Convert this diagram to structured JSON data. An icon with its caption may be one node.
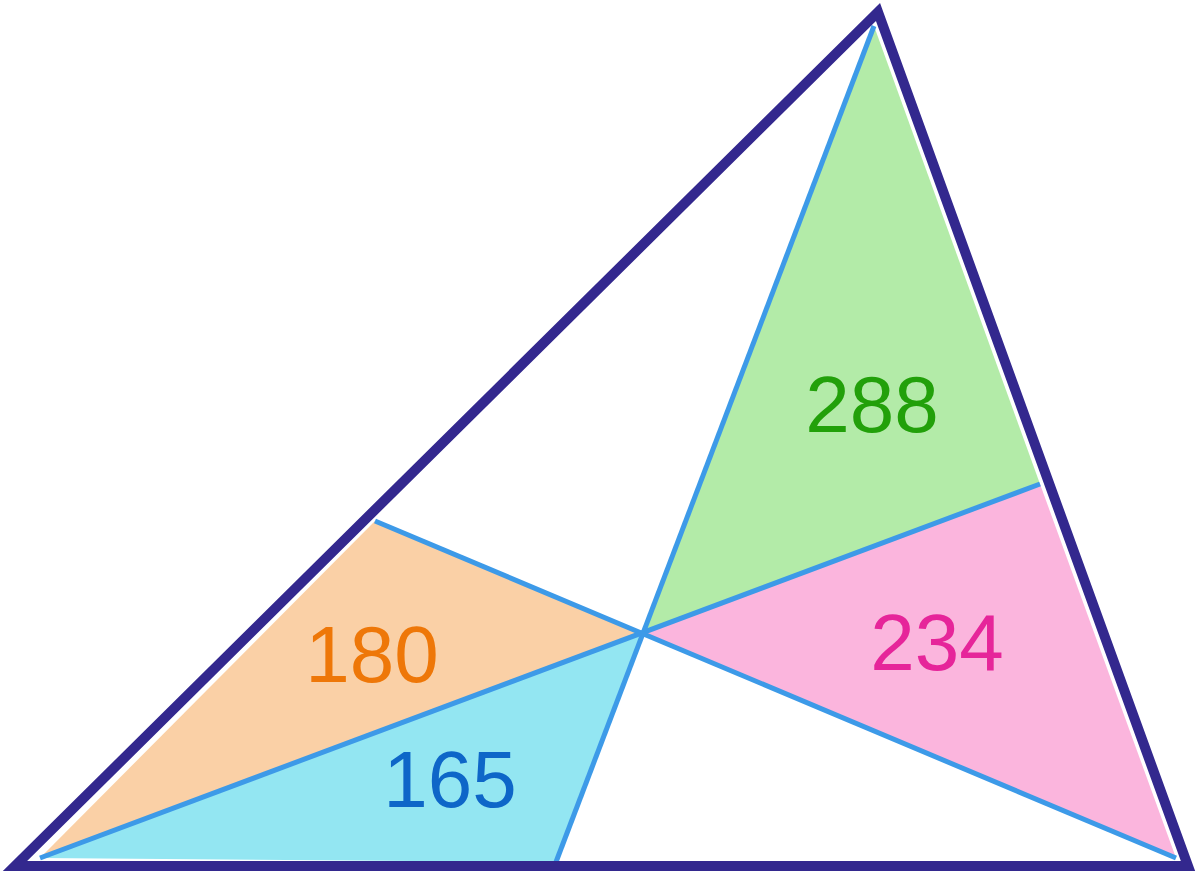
{
  "diagram": {
    "nodes": [
      {
        "text": [
          "288"
        ]
      },
      {
        "text": [
          "180"
        ]
      },
      {
        "text": [
          "234"
        ]
      },
      {
        "text": [
          "165"
        ]
      }
    ]
  }
}
